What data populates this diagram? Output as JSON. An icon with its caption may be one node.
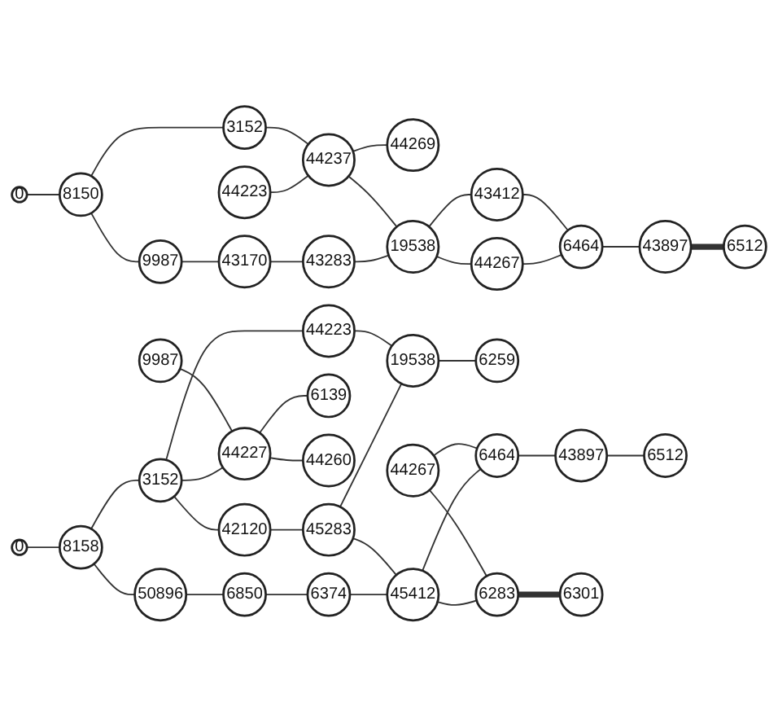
{
  "diagram": {
    "nodes": [
      {
        "text": [
          "0"
        ]
      },
      {
        "text": [
          "8150"
        ]
      },
      {
        "text": [
          "3152"
        ]
      },
      {
        "text": [
          "9987"
        ]
      },
      {
        "text": [
          "44223"
        ]
      },
      {
        "text": [
          "44237"
        ]
      },
      {
        "text": [
          "43170"
        ]
      },
      {
        "text": [
          "44269"
        ]
      },
      {
        "text": [
          "19538"
        ]
      },
      {
        "text": [
          "43283"
        ]
      },
      {
        "text": [
          "43412"
        ]
      },
      {
        "text": [
          "44267"
        ]
      },
      {
        "text": [
          "6464"
        ]
      },
      {
        "text": [
          "43897"
        ]
      },
      {
        "text": [
          "6512"
        ]
      },
      {
        "text": [
          "0"
        ]
      },
      {
        "text": [
          "8158"
        ]
      },
      {
        "text": [
          "9987"
        ]
      },
      {
        "text": [
          "3152"
        ]
      },
      {
        "text": [
          "50896"
        ]
      },
      {
        "text": [
          "44227"
        ]
      },
      {
        "text": [
          "44223"
        ]
      },
      {
        "text": [
          "42120"
        ]
      },
      {
        "text": [
          "6850"
        ]
      },
      {
        "text": [
          "6139"
        ]
      },
      {
        "text": [
          "44260"
        ]
      },
      {
        "text": [
          "19538"
        ]
      },
      {
        "text": [
          "45283"
        ]
      },
      {
        "text": [
          "6374"
        ]
      },
      {
        "text": [
          "6259"
        ]
      },
      {
        "text": [
          "44267"
        ]
      },
      {
        "text": [
          "45412"
        ]
      },
      {
        "text": [
          "6464"
        ]
      },
      {
        "text": [
          "6283"
        ]
      },
      {
        "text": [
          "43897"
        ]
      },
      {
        "text": [
          "6301"
        ]
      },
      {
        "text": [
          "6512"
        ]
      }
    ],
    "edges": [
      {
        "from": 0,
        "to": 1,
        "arrow": "none"
      },
      {
        "from": 1,
        "to": 2,
        "arrow": "none"
      },
      {
        "from": 1,
        "to": 3,
        "arrow": "none"
      },
      {
        "from": 2,
        "to": 5,
        "arrow": "none"
      },
      {
        "from": 3,
        "to": 6,
        "arrow": "none"
      },
      {
        "from": 4,
        "to": 5,
        "arrow": "none"
      },
      {
        "from": 5,
        "to": 7,
        "arrow": "none"
      },
      {
        "from": 5,
        "to": 8,
        "arrow": "none"
      },
      {
        "from": 6,
        "to": 9,
        "arrow": "none"
      },
      {
        "from": 9,
        "to": 8,
        "arrow": "none"
      },
      {
        "from": 8,
        "to": 10,
        "arrow": "none"
      },
      {
        "from": 8,
        "to": 11,
        "arrow": "none"
      },
      {
        "from": 10,
        "to": 12,
        "arrow": "none"
      },
      {
        "from": 11,
        "to": 12,
        "arrow": "none"
      },
      {
        "from": 12,
        "to": 13,
        "arrow": "none"
      },
      {
        "from": 13,
        "to": 14,
        "arrow": "none",
        "style": "thick"
      },
      {
        "from": 15,
        "to": 16,
        "arrow": "none"
      },
      {
        "from": 16,
        "to": 18,
        "arrow": "none"
      },
      {
        "from": 16,
        "to": 19,
        "arrow": "none"
      },
      {
        "from": 17,
        "to": 20,
        "arrow": "none"
      },
      {
        "from": 18,
        "to": 20,
        "arrow": "none"
      },
      {
        "from": 18,
        "to": 21,
        "arrow": "none"
      },
      {
        "from": 18,
        "to": 22,
        "arrow": "none"
      },
      {
        "from": 19,
        "to": 23,
        "arrow": "none"
      },
      {
        "from": 20,
        "to": 24,
        "arrow": "none"
      },
      {
        "from": 20,
        "to": 25,
        "arrow": "none"
      },
      {
        "from": 21,
        "to": 26,
        "arrow": "none"
      },
      {
        "from": 22,
        "to": 27,
        "arrow": "none"
      },
      {
        "from": 23,
        "to": 28,
        "arrow": "none"
      },
      {
        "from": 27,
        "to": 26,
        "arrow": "none"
      },
      {
        "from": 26,
        "to": 29,
        "arrow": "none"
      },
      {
        "from": 27,
        "to": 31,
        "arrow": "none"
      },
      {
        "from": 28,
        "to": 31,
        "arrow": "none"
      },
      {
        "from": 30,
        "to": 32,
        "arrow": "none"
      },
      {
        "from": 31,
        "to": 32,
        "arrow": "none"
      },
      {
        "from": 30,
        "to": 33,
        "arrow": "none"
      },
      {
        "from": 31,
        "to": 33,
        "arrow": "none"
      },
      {
        "from": 32,
        "to": 34,
        "arrow": "none"
      },
      {
        "from": 34,
        "to": 36,
        "arrow": "none"
      },
      {
        "from": 33,
        "to": 35,
        "arrow": "none",
        "style": "thick"
      }
    ]
  }
}
